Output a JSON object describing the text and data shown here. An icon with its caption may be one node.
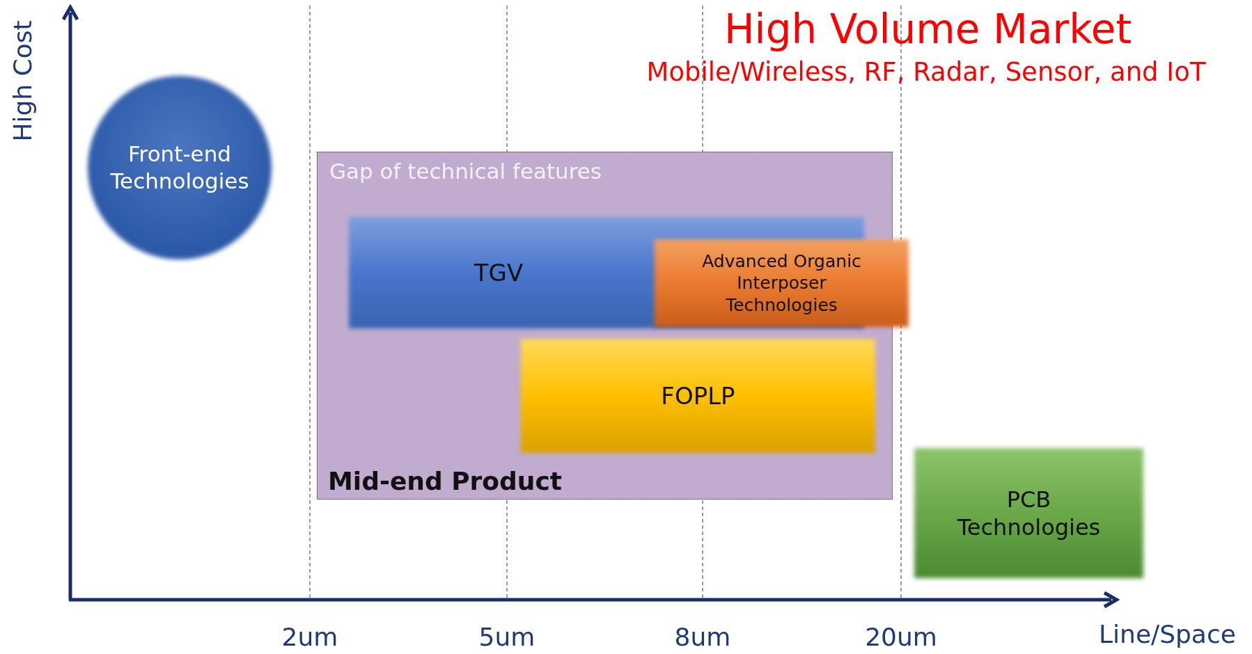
{
  "diagram": {
    "title": "High Volume Market",
    "nodes": [
      {
        "text": [
          "Front-end Technologies"
        ]
      },
      {
        "text": [
          "Gap of technical features",
          "Mid-end Product"
        ]
      },
      {
        "text": [
          "TGV"
        ],
        "in": 1
      },
      {
        "text": [
          "FOPLP"
        ],
        "in": 1
      },
      {
        "text": [
          "Advanced Organic Interposer Technologies"
        ]
      },
      {
        "text": [
          "PCB Technologies"
        ]
      }
    ],
    "labels": [
      "Mobile/Wireless, RF, Radar, Sensor, and IoT",
      "High Cost",
      "2um",
      "5um",
      "8um",
      "20um",
      "Line/Space"
    ]
  }
}
